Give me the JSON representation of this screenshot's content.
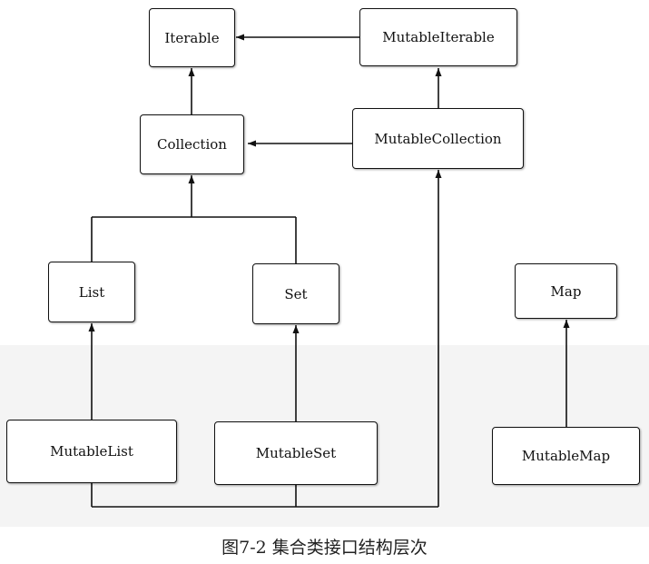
{
  "diagram": {
    "nodes": {
      "iterable": "Iterable",
      "mutable_iterable": "MutableIterable",
      "collection": "Collection",
      "mutable_collection": "MutableCollection",
      "list": "List",
      "set": "Set",
      "map": "Map",
      "mutable_list": "MutableList",
      "mutable_set": "MutableSet",
      "mutable_map": "MutableMap"
    },
    "edges": [
      {
        "from": "mutable_iterable",
        "to": "iterable"
      },
      {
        "from": "collection",
        "to": "iterable"
      },
      {
        "from": "mutable_collection",
        "to": "mutable_iterable"
      },
      {
        "from": "mutable_collection",
        "to": "collection"
      },
      {
        "from": "list",
        "to": "collection"
      },
      {
        "from": "set",
        "to": "collection"
      },
      {
        "from": "mutable_list",
        "to": "list"
      },
      {
        "from": "mutable_set",
        "to": "set"
      },
      {
        "from": "mutable_map",
        "to": "map"
      },
      {
        "from": "mutable_list",
        "to": "mutable_collection"
      },
      {
        "from": "mutable_set",
        "to": "mutable_collection"
      }
    ],
    "caption": "图7-2    集合类接口结构层次"
  }
}
